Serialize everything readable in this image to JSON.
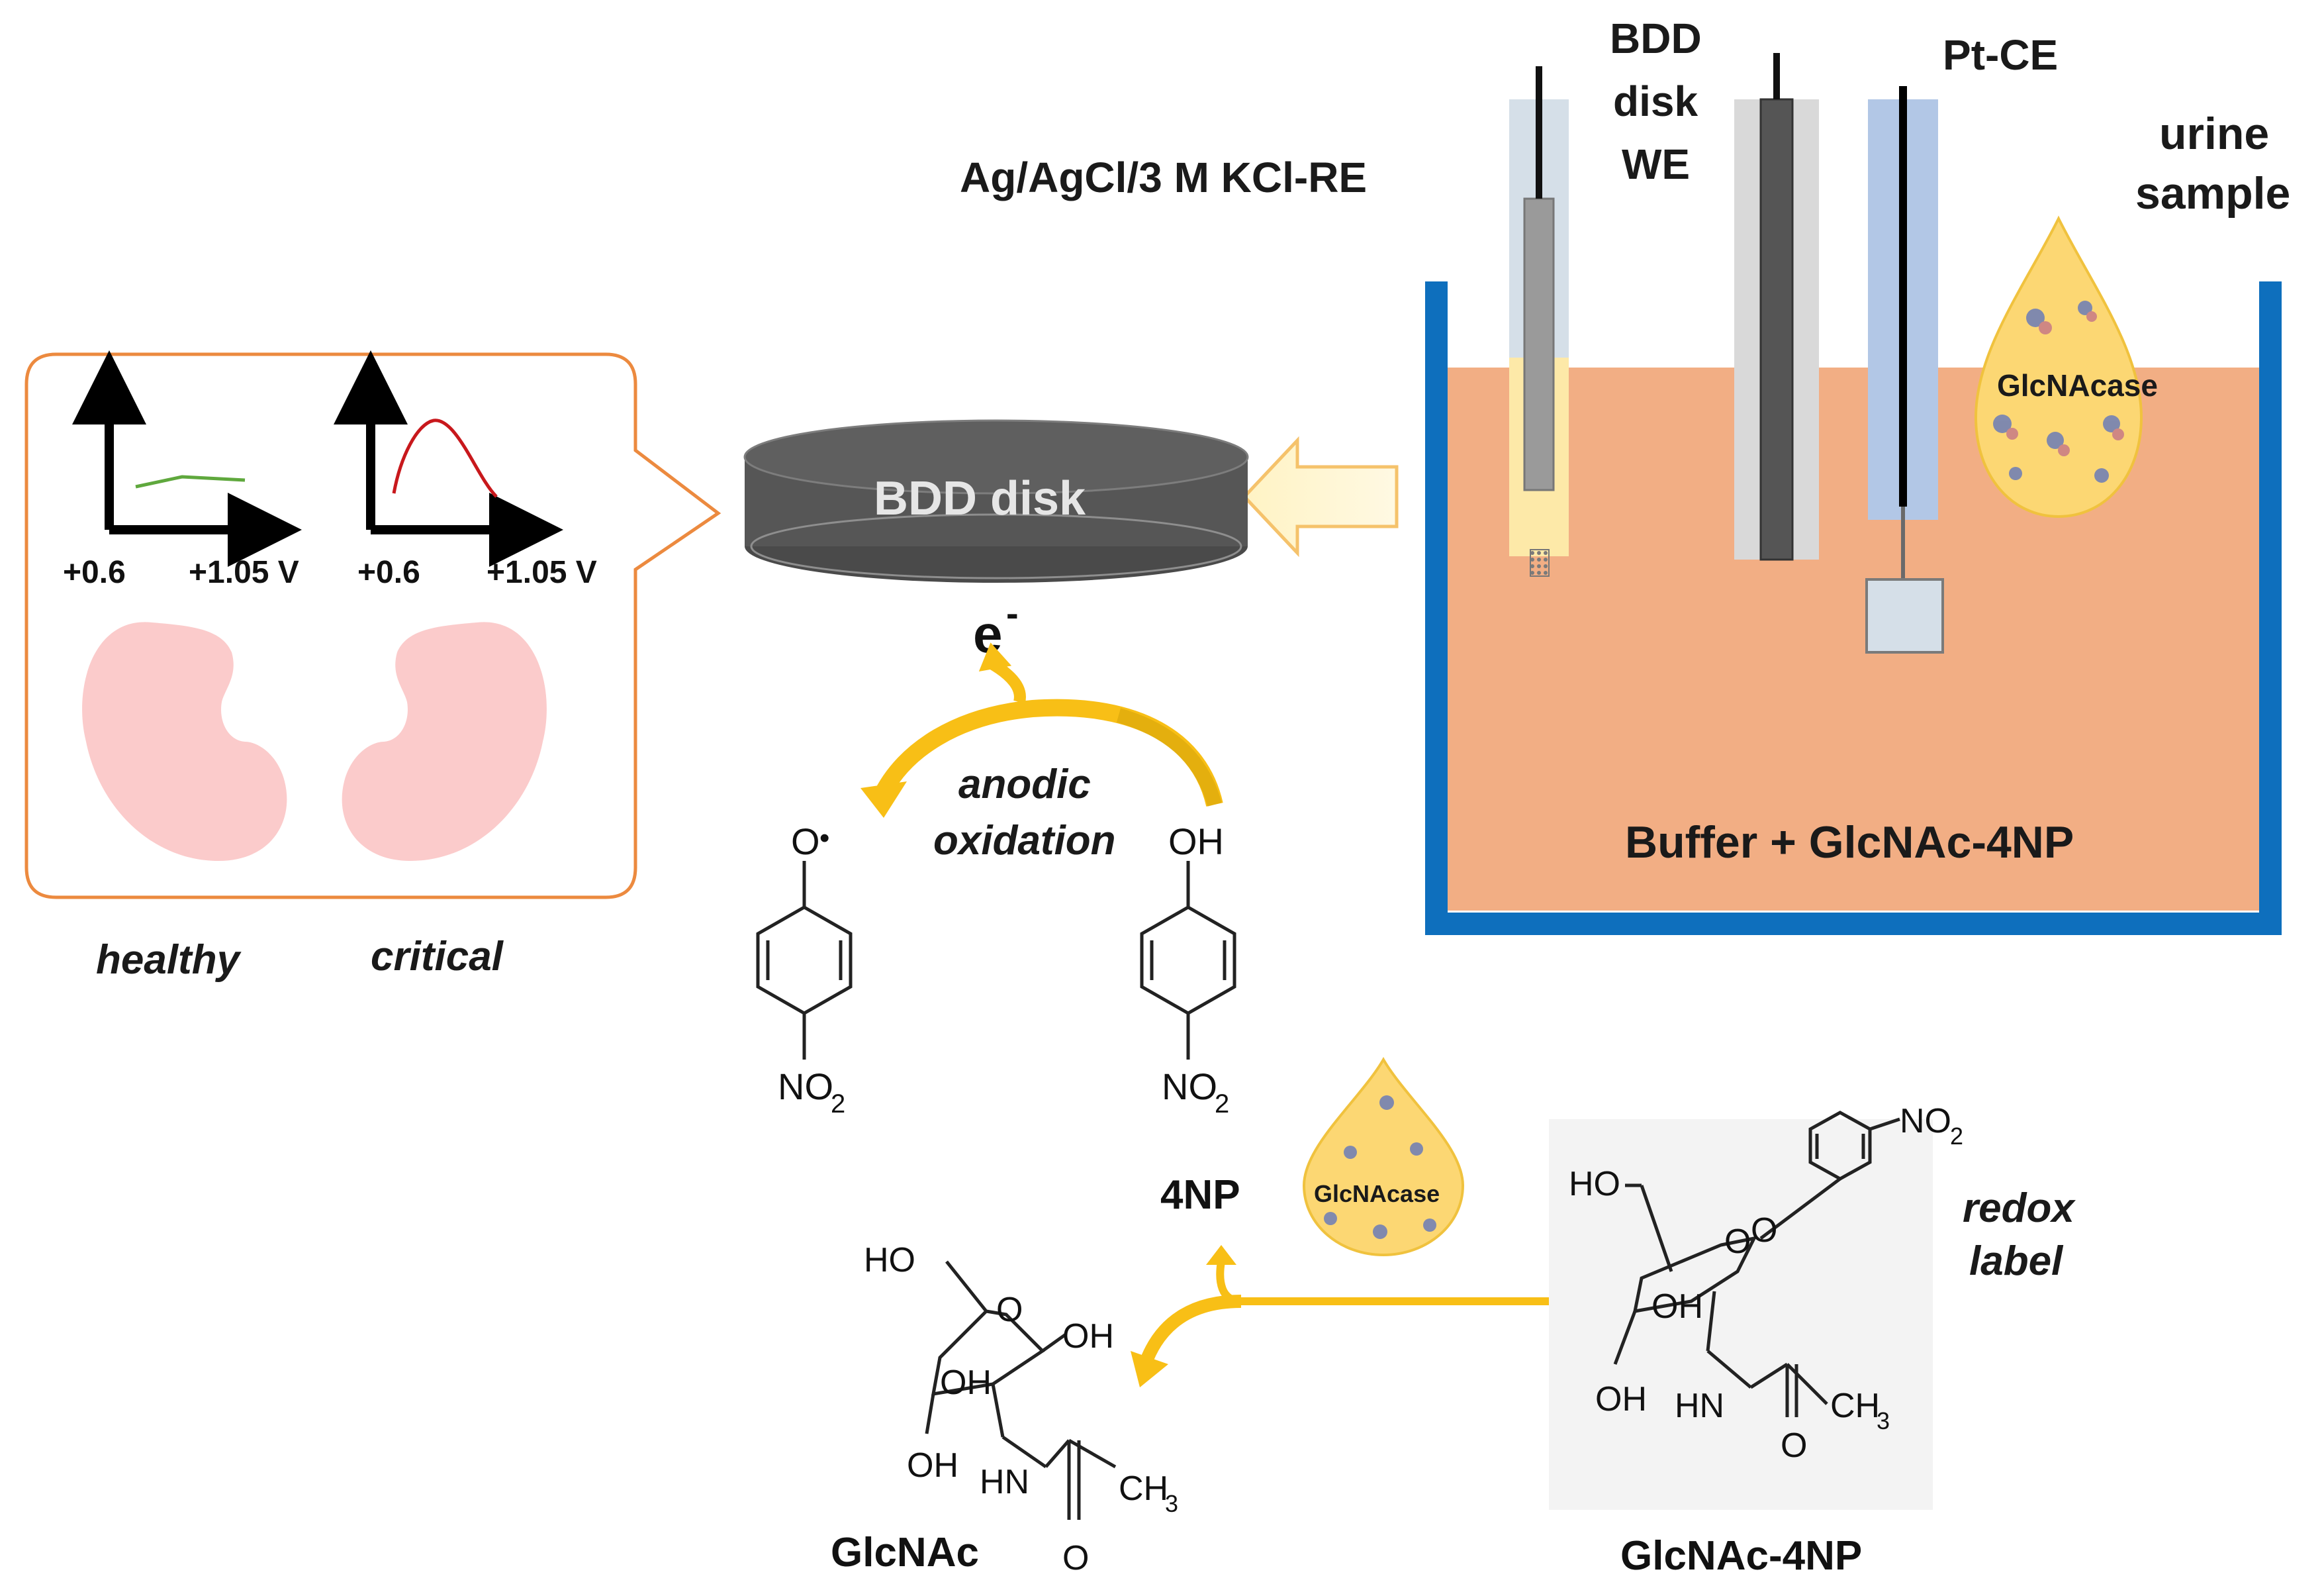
{
  "colors": {
    "buffer": "#f2ae84",
    "vessel": "#0e6fbd",
    "drop": "#fcd773",
    "drop_stroke": "#f0c23e",
    "arrow": "#f8bf16",
    "kidney": "#fbcbcb",
    "callout_border": "#ec8a3f",
    "healthy_trace": "#5fa83d",
    "critical_trace": "#c8181c",
    "bdd_disk": "#565656"
  },
  "electrodes": {
    "reference": "Ag/AgCl/3 M KCl-RE",
    "working_line1": "BDD",
    "working_line2": "disk",
    "working_line3": "WE",
    "counter": "Pt-CE"
  },
  "sample": {
    "line1": "urine",
    "line2": "sample",
    "enzyme": "GlcNAcase"
  },
  "cell_label": "Buffer + GlcNAc-4NP",
  "disk": {
    "label": "BDD disk",
    "electron": "e",
    "electron_sup": "-"
  },
  "oxidation": {
    "line1": "anodic",
    "line2": "oxidation"
  },
  "molecules": {
    "radical_o": "O",
    "radical_dot": "•",
    "oh": "OH",
    "no2": "NO",
    "no2_sub": "2",
    "product_label": "4NP",
    "substrate_label": "GlcNAc-4NP",
    "sugar_label": "GlcNAc",
    "ho": "HO",
    "hn": "HN",
    "ch3": "CH",
    "ch3_sub": "3",
    "o_atom": "O",
    "redox1": "redox",
    "redox2": "label"
  },
  "enzyme_small": "GlcNAcase",
  "callout": {
    "healthy": {
      "xmin": "+0.6",
      "xmax": "+1.05 V",
      "label": "healthy"
    },
    "critical": {
      "xmin": "+0.6",
      "xmax": "+1.05 V",
      "label": "critical"
    }
  }
}
